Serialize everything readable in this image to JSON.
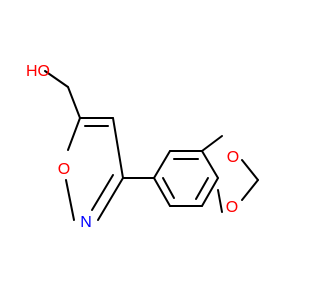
{
  "molecule": {
    "atoms": {
      "hydroxyl": "HO",
      "ring_oxygen": "O",
      "ring_nitrogen": "N",
      "dioxole_oxygen_top": "O",
      "dioxole_oxygen_bottom": "O"
    },
    "colors": {
      "bond": "#000000",
      "oxygen": "#ff0000",
      "nitrogen": "#0000ff"
    }
  }
}
